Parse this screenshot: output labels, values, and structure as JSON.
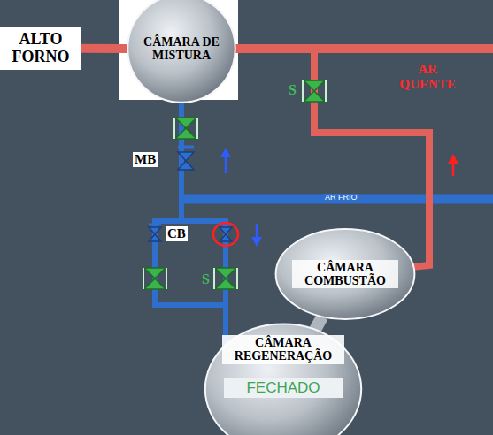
{
  "diagram": {
    "nodes": [
      {
        "text": [
          "ALTO FORNO"
        ]
      },
      {
        "text": [
          "CÂMARA DE MISTURA"
        ]
      },
      {
        "text": [
          "CÂMARA COMBUSTÃO"
        ]
      },
      {
        "text": [
          "CÂMARA REGENERAÇÃO",
          "FECHADO"
        ]
      }
    ],
    "edges": [
      {
        "from": 0,
        "to": 1,
        "arrow": "none"
      },
      {
        "from": 2,
        "to": 1,
        "arrow": "none"
      },
      {
        "from": 1,
        "to": 3,
        "arrow": "none"
      },
      {
        "from": 3,
        "to": 2,
        "arrow": "none"
      }
    ],
    "labels": [
      "S",
      "AR QUENTE",
      "MB",
      "AR FRIO",
      "CB",
      "S"
    ]
  }
}
